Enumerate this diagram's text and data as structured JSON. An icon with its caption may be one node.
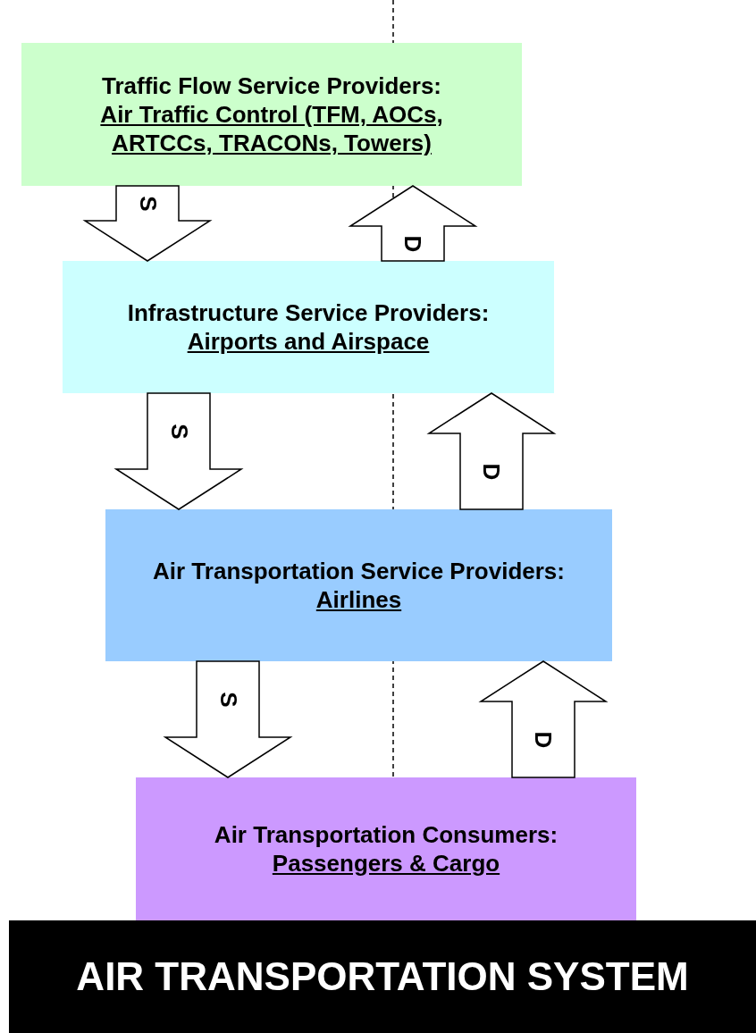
{
  "diagram": {
    "nodes": [
      {
        "text": [
          "Traffic Flow Service Providers:",
          "Air Traffic Control (TFM, AOCs, ARTCCs, TRACONs, Towers)"
        ]
      },
      {
        "text": [
          "Infrastructure Service Providers:",
          "Airports and Airspace"
        ]
      },
      {
        "text": [
          "Air Transportation Service Providers:",
          "Airlines"
        ]
      },
      {
        "text": [
          "Air Transportation Consumers:",
          "Passengers & Cargo"
        ]
      },
      {
        "text": [
          "AIR TRANSPORTATION SYSTEM"
        ]
      }
    ],
    "edges": [
      {
        "from": 0,
        "to": 1,
        "arrow": "to",
        "label": "S"
      },
      {
        "from": 1,
        "to": 0,
        "arrow": "to",
        "label": "D"
      },
      {
        "from": 1,
        "to": 2,
        "arrow": "to",
        "label": "S"
      },
      {
        "from": 2,
        "to": 1,
        "arrow": "to",
        "label": "D"
      },
      {
        "from": 2,
        "to": 3,
        "arrow": "to",
        "label": "S"
      },
      {
        "from": 3,
        "to": 2,
        "arrow": "to",
        "label": "D"
      }
    ]
  }
}
